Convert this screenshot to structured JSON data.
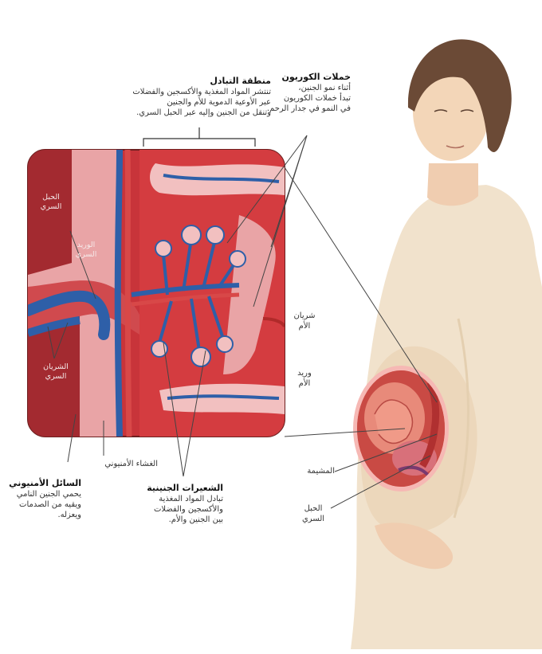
{
  "labels": {
    "exchange_zone": {
      "title": "منطقة التبادل",
      "line1": "تنتشر المواد المغذية والأكسجين والفضلات",
      "line2": "عبر الأوعية الدموية للأم والجنين",
      "line3": "وتنقل من الجنين وإليه عبر الحبل السري."
    },
    "chorionic_villi": {
      "title": "خملات الكوريون",
      "line1": "أثناء نمو الجنين،",
      "line2": "تبدأ خملات الكوريون",
      "line3": "في النمو في جدار الرحم."
    },
    "umbilical_cord_inset": {
      "line1": "الحبل",
      "line2": "السري"
    },
    "umbilical_vein": {
      "line1": "الوريد",
      "line2": "السري"
    },
    "umbilical_artery": {
      "line1": "الشريان",
      "line2": "السري"
    },
    "maternal_artery": {
      "line1": "شريان",
      "line2": "الأم"
    },
    "maternal_vein": {
      "line1": "وريد",
      "line2": "الأم"
    },
    "amniotic_membrane": "الغشاء الأمنيوني",
    "amniotic_fluid": {
      "title": "السائل الأمنيوني",
      "line1": "يحمي الجنين النامي",
      "line2": "ويقيه من الصدمات",
      "line3": "ويعزله."
    },
    "fetal_capillaries": {
      "title": "الشعيرات الجنينية",
      "line1": "تبادل المواد المغذية",
      "line2": "والأكسجين والفضلات",
      "line3": "بين الجنين والأم."
    },
    "placenta": "المشيمة",
    "umbilical_cord": {
      "line1": "الحبل",
      "line2": "السري"
    }
  },
  "colors": {
    "maternal_blood": "#c8343a",
    "tissue": "#e9a4a6",
    "vein_blue": "#2e5fa8",
    "skin": "#f3d6b8",
    "garment": "#f1e2cc"
  }
}
